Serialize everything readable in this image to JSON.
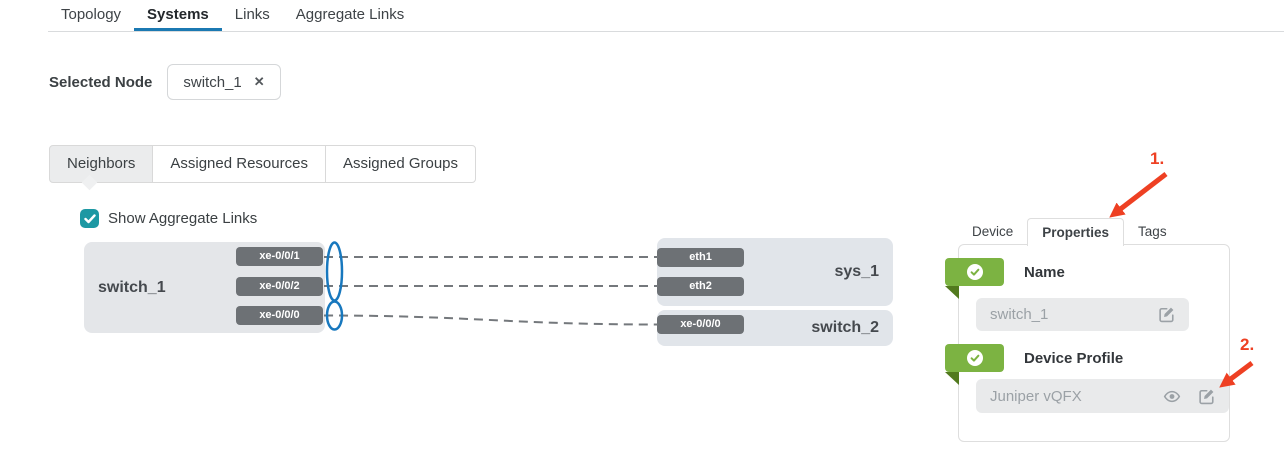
{
  "top_tabs": {
    "items": [
      {
        "label": "Topology",
        "active": false
      },
      {
        "label": "Systems",
        "active": true
      },
      {
        "label": "Links",
        "active": false
      },
      {
        "label": "Aggregate Links",
        "active": false
      }
    ]
  },
  "selected_node": {
    "label": "Selected Node",
    "value": "switch_1",
    "remove_glyph": "✕"
  },
  "sub_tabs": {
    "items": [
      {
        "label": "Neighbors",
        "active": true
      },
      {
        "label": "Assigned Resources",
        "active": false
      },
      {
        "label": "Assigned Groups",
        "active": false
      }
    ]
  },
  "options": {
    "show_aggregate_links": {
      "label": "Show Aggregate Links",
      "checked": true
    }
  },
  "diagram": {
    "nodes": [
      {
        "name": "switch_1",
        "side": "left",
        "ports": [
          "xe-0/0/1",
          "xe-0/0/2",
          "xe-0/0/0"
        ]
      },
      {
        "name": "sys_1",
        "side": "right",
        "ports": [
          "eth1",
          "eth2"
        ]
      },
      {
        "name": "switch_2",
        "side": "right",
        "ports": [
          "xe-0/0/0"
        ]
      }
    ],
    "links": [
      {
        "from": "switch_1:xe-0/0/1",
        "to": "sys_1:eth1",
        "aggregate": true
      },
      {
        "from": "switch_1:xe-0/0/2",
        "to": "sys_1:eth2",
        "aggregate": true
      },
      {
        "from": "switch_1:xe-0/0/0",
        "to": "switch_2:xe-0/0/0",
        "aggregate": false
      }
    ]
  },
  "properties_panel": {
    "tabs": [
      {
        "label": "Device",
        "active": false
      },
      {
        "label": "Properties",
        "active": true
      },
      {
        "label": "Tags",
        "active": false
      }
    ],
    "sections": [
      {
        "title": "Name",
        "value": "switch_1",
        "status": "valid",
        "icons": [
          "edit"
        ]
      },
      {
        "title": "Device Profile",
        "value": "Juniper vQFX",
        "status": "valid",
        "icons": [
          "eye",
          "edit"
        ]
      }
    ]
  },
  "annotations": [
    {
      "label": "1.",
      "points_to": "properties-tab"
    },
    {
      "label": "2.",
      "points_to": "device-profile-edit-icon"
    }
  ],
  "colors": {
    "accent_blue": "#1b79b2",
    "checkbox_teal": "#1d98a3",
    "aggregate_ellipse_blue": "#1878be",
    "status_green": "#7cb342",
    "status_green_dark": "#527a1e",
    "annotation_red": "#ee4023"
  }
}
